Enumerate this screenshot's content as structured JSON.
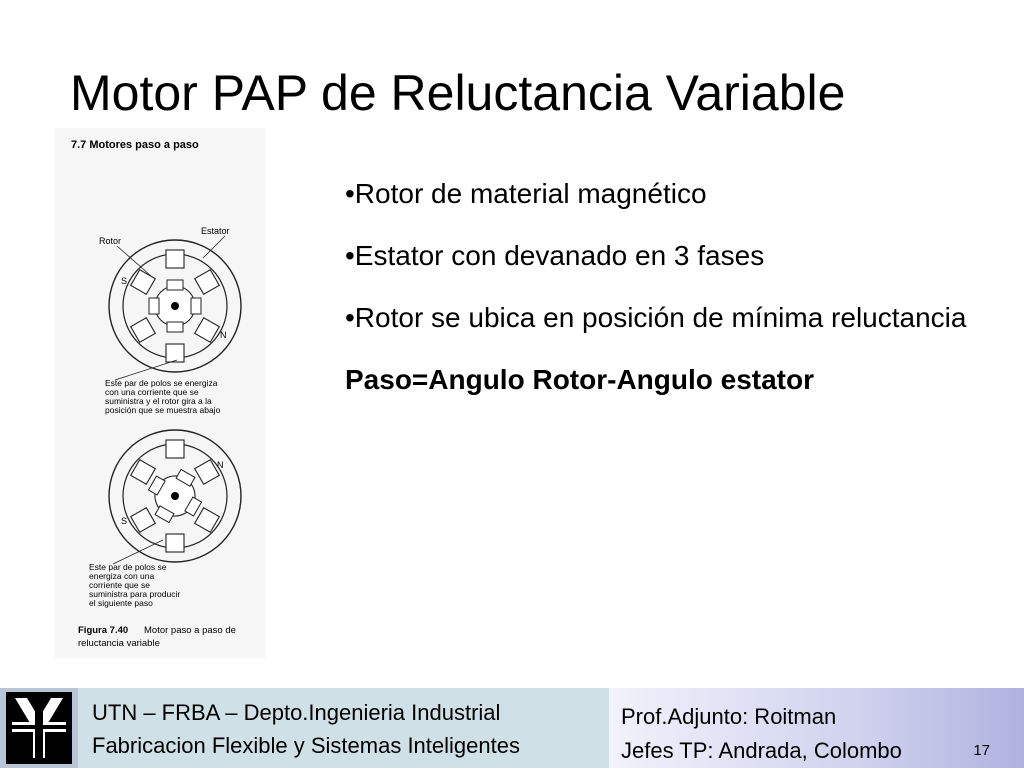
{
  "slide": {
    "title": "Motor PAP de Reluctancia Variable",
    "bullets": [
      "•Rotor de material magnético",
      "•Estator con devanado en 3 fases",
      "•Rotor se ubica en posición de mínima reluctancia"
    ],
    "formula": "Paso=Angulo Rotor-Angulo estator"
  },
  "figure": {
    "section": "7.7   Motores paso a paso",
    "label_rotor": "Rotor",
    "label_estator": "Estator",
    "pole_s": "S",
    "pole_n": "N",
    "note1": [
      "Este par de polos se energiza",
      "con una corriente que se",
      "suministra y el rotor gira a la",
      "posición que se muestra abajo"
    ],
    "note2": [
      "Este par de polos se",
      "energiza con una",
      "corriente que se",
      "suministra para producir",
      "el siguiente paso"
    ],
    "caption_label": "Figura 7.40",
    "caption_text": [
      "Motor paso a paso de",
      "reluctancia variable"
    ]
  },
  "footer": {
    "org": "UTN – FRBA – Depto.Ingenieria Industrial",
    "course": "Fabricacion Flexible y Sistemas Inteligentes",
    "prof": "Prof.Adjunto: Roitman",
    "jefes": "Jefes TP: Andrada, Colombo",
    "page": "17"
  }
}
